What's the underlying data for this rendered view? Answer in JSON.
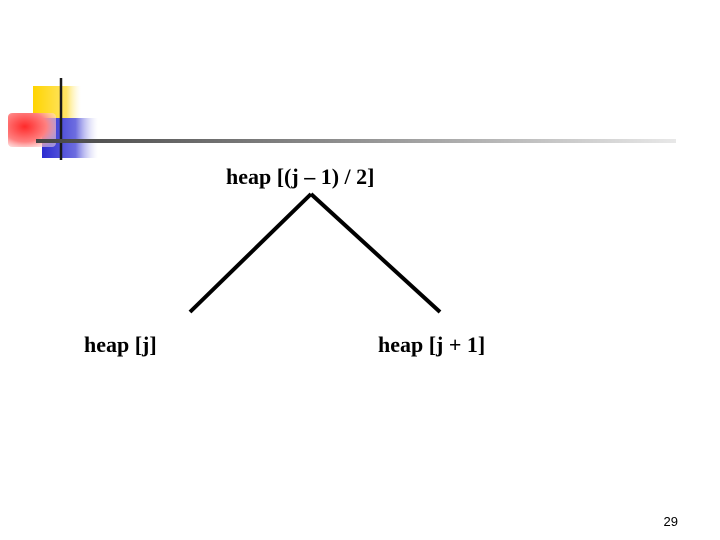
{
  "diagram": {
    "root_node": "heap [(j – 1) / 2]",
    "left_child": "heap [j]",
    "right_child": "heap [j + 1]"
  },
  "footer": {
    "page_number": "29"
  },
  "colors": {
    "yellow_square": "#ffd700",
    "red_square": "#ff4d4d",
    "blue_square": "#3a3ad6",
    "rule_line": "#808080",
    "edges": "#000000"
  }
}
